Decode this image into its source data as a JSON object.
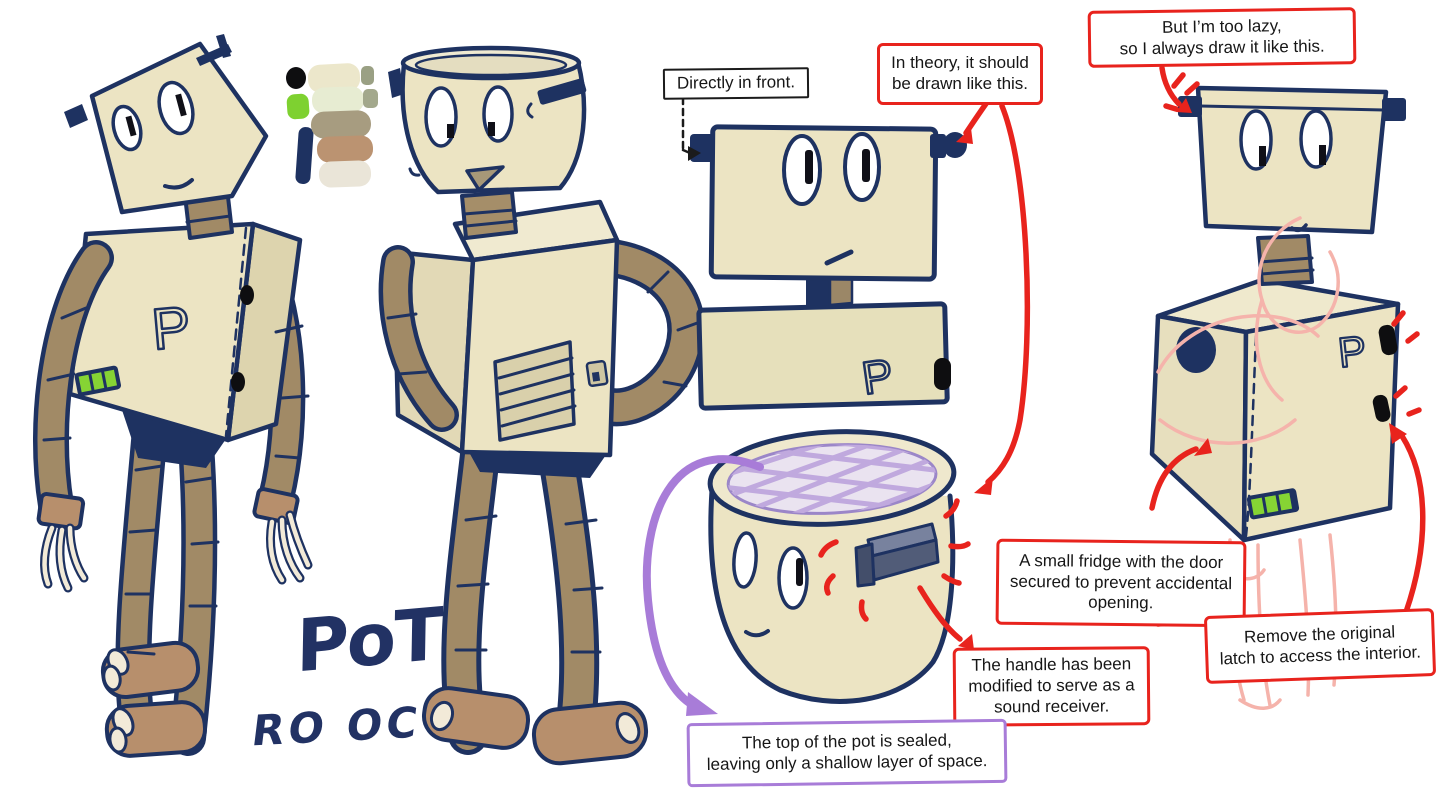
{
  "image_type": "robot character reference sheet",
  "annotations": {
    "directly_in_front": {
      "lines": [
        "Directly in front."
      ]
    },
    "in_theory": {
      "lines": [
        "In theory, it should",
        "be drawn like this."
      ]
    },
    "too_lazy": {
      "lines": [
        "But I’m too lazy,",
        "so I always draw it like this."
      ]
    },
    "small_fridge": {
      "lines": [
        "A small fridge with the door",
        "secured to prevent accidental",
        "opening."
      ]
    },
    "remove_latch": {
      "lines": [
        "Remove the original",
        "latch to access the interior."
      ]
    },
    "handle_modified": {
      "lines": [
        "The handle has been",
        "modified to serve as a",
        "sound receiver."
      ]
    },
    "pot_sealed": {
      "lines": [
        "The top of the pot is sealed,",
        "leaving only a shallow layer of space."
      ]
    }
  },
  "signature": {
    "line1": "PoT",
    "line2": "RO OC"
  },
  "markings": {
    "door_letter": "P"
  },
  "palette": {
    "swatches": [
      "#0e0e10",
      "#7ed130",
      "#1e3261",
      "#ece7cb",
      "#e7ecd2",
      "#a79c80",
      "#bb9371",
      "#eae5d8",
      "#9aa084",
      "#a3a88c"
    ],
    "outline_navy": "#1e3261",
    "body_cream": "#ece4c3",
    "limb_brown": "#a18a66",
    "cuff_tan": "#b78f6c",
    "accent_red": "#e8231d",
    "accent_purple": "#a87cd8",
    "grid_lavender": "#c0a9de",
    "ghost_pink": "#f5b3ab",
    "battery_green": "#86d434",
    "handle_slate": "#515c78"
  }
}
